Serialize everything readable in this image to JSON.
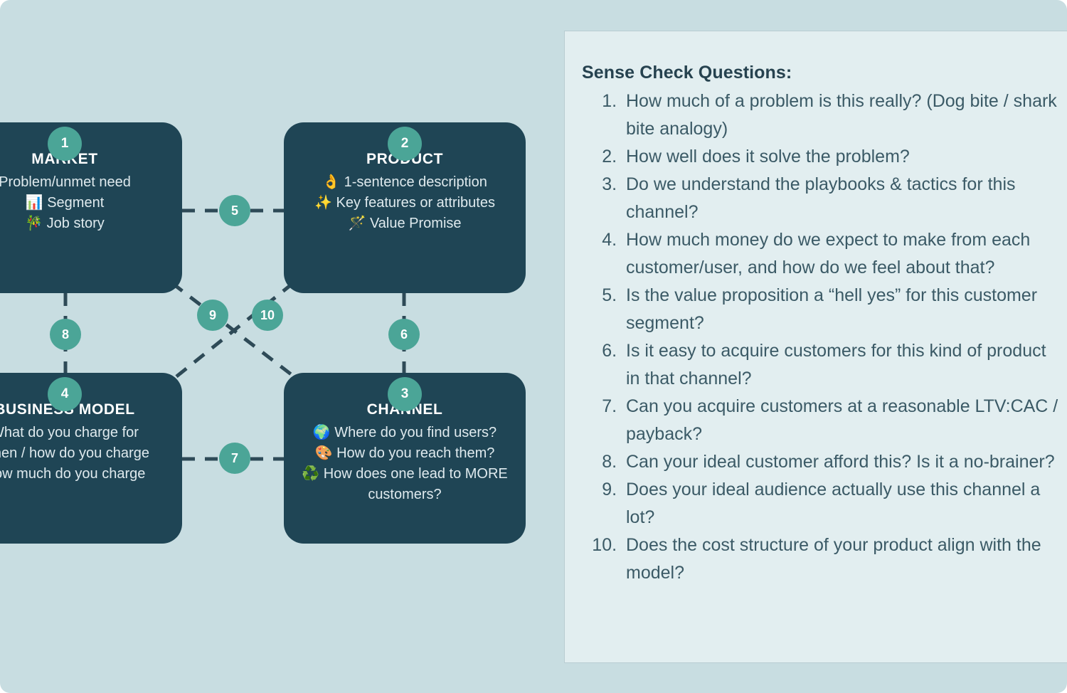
{
  "colors": {
    "page_background": "#c8dde1",
    "card_background": "#1f4555",
    "badge_teal": "#4ba597",
    "panel_background": "#e2eef0",
    "panel_border": "#b9cdd2",
    "connector": "#2e4a57",
    "text_dark": "#26424f",
    "text_body": "#3b5a66"
  },
  "diagram": {
    "cards": [
      {
        "id": "market",
        "badge": "1",
        "title": "MARKET",
        "lines": [
          {
            "icon": "",
            "text": "Problem/unmet need"
          },
          {
            "icon": "📊",
            "text": "Segment"
          },
          {
            "icon": "🎋",
            "text": "Job story"
          }
        ]
      },
      {
        "id": "product",
        "badge": "2",
        "title": "PRODUCT",
        "lines": [
          {
            "icon": "👌",
            "text": "1-sentence description"
          },
          {
            "icon": "✨",
            "text": "Key features or attributes"
          },
          {
            "icon": "🪄",
            "text": "Value Promise"
          }
        ]
      },
      {
        "id": "business-model",
        "badge": "4",
        "title": "BUSINESS MODEL",
        "lines": [
          {
            "icon": "",
            "text": "What do you charge for"
          },
          {
            "icon": "",
            "text": "When / how do you charge"
          },
          {
            "icon": "",
            "text": "How much do you charge"
          }
        ]
      },
      {
        "id": "channel",
        "badge": "3",
        "title": "CHANNEL",
        "lines": [
          {
            "icon": "🌍",
            "text": "Where do you find users?"
          },
          {
            "icon": "🎨",
            "text": "How do you reach them?"
          },
          {
            "icon": "♻️",
            "text": "How does one lead to MORE customers?"
          }
        ]
      }
    ],
    "edge_badges": [
      {
        "id": "5",
        "label": "5",
        "connects": "market-product"
      },
      {
        "id": "6",
        "label": "6",
        "connects": "product-channel"
      },
      {
        "id": "7",
        "label": "7",
        "connects": "business-model-channel"
      },
      {
        "id": "8",
        "label": "8",
        "connects": "market-business-model"
      },
      {
        "id": "9",
        "label": "9",
        "connects": "market-channel"
      },
      {
        "id": "10",
        "label": "10",
        "connects": "product-business-model"
      }
    ]
  },
  "sense_check": {
    "title": "Sense Check Questions:",
    "questions": [
      "How much of a problem is this really? (Dog bite / shark bite analogy)",
      "How well does it solve the problem?",
      " Do we understand the playbooks & tactics for this channel?",
      "How much money do we expect to make from each customer/user, and how do we feel about that?",
      "Is the value proposition a “hell yes” for this customer segment?",
      "Is it easy to acquire customers for this kind of product in that channel?",
      "Can you acquire customers at a reasonable LTV:CAC / payback?",
      "Can your ideal customer afford this? Is it a no-brainer?",
      "Does your ideal audience actually use this channel a lot?",
      "Does the cost structure of your product align with the model?"
    ]
  }
}
